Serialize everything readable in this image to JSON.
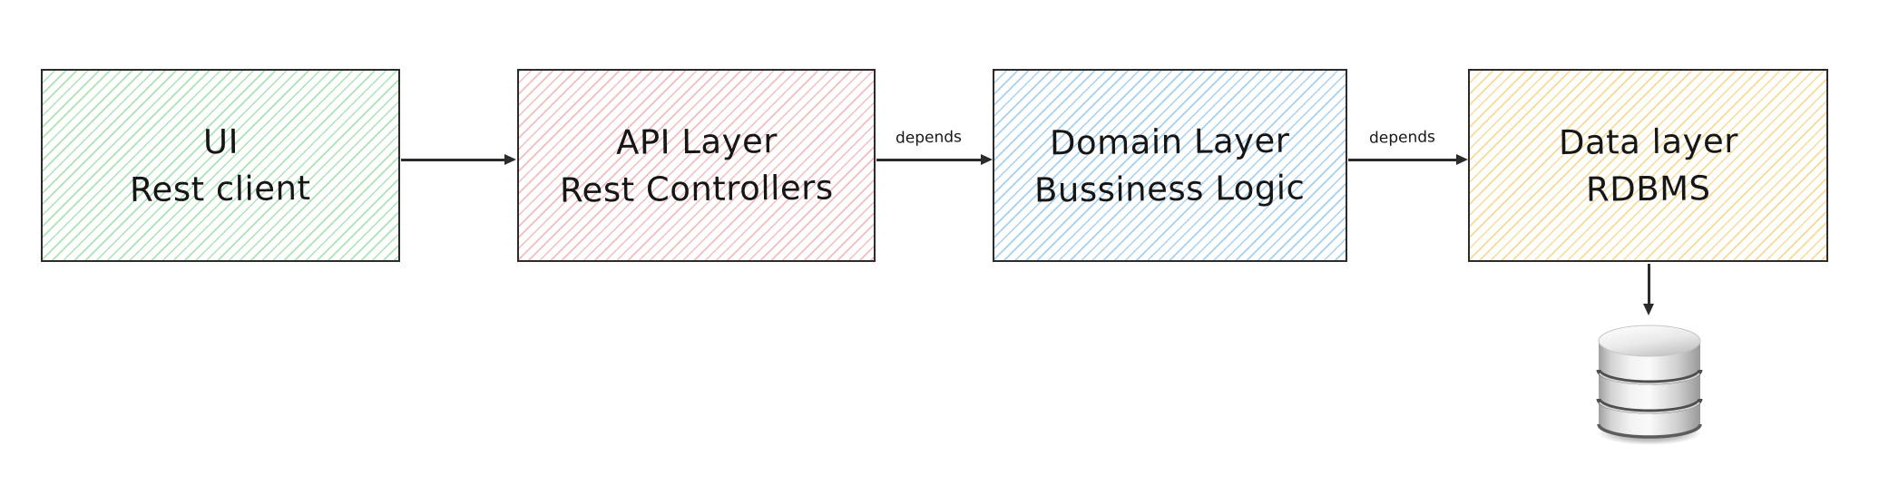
{
  "diagram": {
    "nodes": [
      {
        "id": "ui",
        "line1": "UI",
        "line2": "Rest client",
        "hatch_color": "#abe3b3"
      },
      {
        "id": "api-layer",
        "line1": "API Layer",
        "line2": "Rest Controllers",
        "hatch_color": "#f3bdbd"
      },
      {
        "id": "domain-layer",
        "line1": "Domain Layer",
        "line2": "Bussiness Logic",
        "hatch_color": "#a6d0f0"
      },
      {
        "id": "data-layer",
        "line1": "Data layer",
        "line2": "RDBMS",
        "hatch_color": "#f7da93"
      }
    ],
    "edges": [
      {
        "from": "ui",
        "to": "api-layer",
        "label": ""
      },
      {
        "from": "api-layer",
        "to": "domain-layer",
        "label": "depends"
      },
      {
        "from": "domain-layer",
        "to": "data-layer",
        "label": "depends"
      },
      {
        "from": "data-layer",
        "to": "database-icon",
        "label": ""
      }
    ],
    "icons": [
      {
        "name": "database-icon"
      }
    ],
    "colors": {
      "stroke": "#2b2b2b",
      "text": "#161616",
      "background": "#ffffff"
    }
  }
}
